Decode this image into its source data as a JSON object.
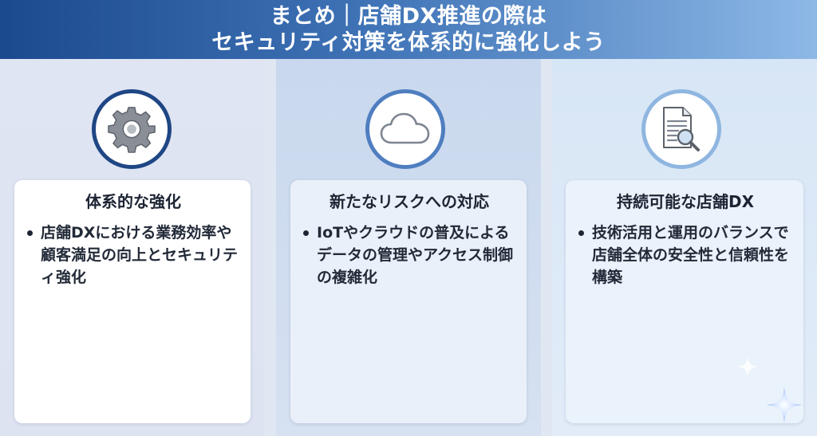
{
  "header": {
    "line1": "まとめ｜店舗DX推進の際は",
    "line2": "セキュリティ対策を体系的に強化しよう"
  },
  "panels": [
    {
      "icon": "gear-icon",
      "title": "体系的な強化",
      "bullet": "店舗DXにおける業務効率や顧客満足の向上とセキュリティ強化"
    },
    {
      "icon": "cloud-icon",
      "title": "新たなリスクへの対応",
      "bullet": "IoTやクラウドの普及によるデータの管理やアクセス制御の複雑化"
    },
    {
      "icon": "document-search-icon",
      "title": "持続可能な店舗DX",
      "bullet": "技術活用と運用のバランスで店舗全体の安全性と信頼性を構築"
    }
  ],
  "colors": {
    "header_start": "#1c4a8e",
    "header_end": "#8db8e6",
    "ring1": "#1f4684",
    "ring2": "#4f7ec0",
    "ring3": "#8fb6e0"
  }
}
